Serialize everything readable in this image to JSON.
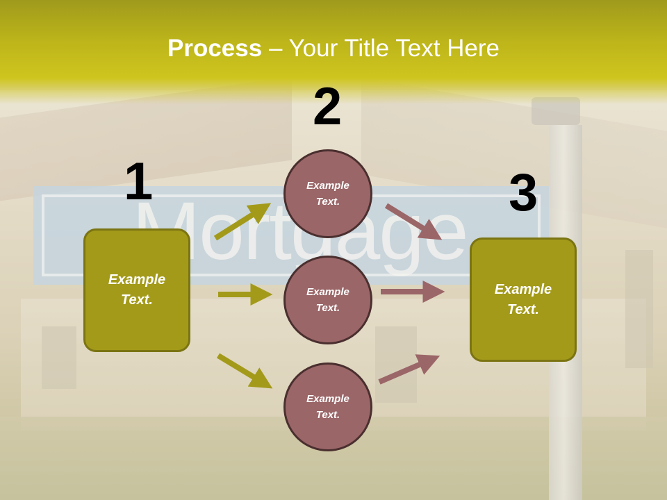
{
  "title": {
    "bold": "Process",
    "rest": " – Your Title Text Here"
  },
  "background_sign_text": "Mortgage",
  "colors": {
    "box_fill": "#a39a1a",
    "circle_fill": "#9b6668",
    "arrow_olive": "#a39a1a",
    "arrow_rose": "#9b6668",
    "header": "#c2ba1c"
  },
  "steps": {
    "one": {
      "number": "1",
      "text_line1": "Example",
      "text_line2": "Text."
    },
    "two": {
      "number": "2",
      "circles": [
        {
          "line1": "Example",
          "line2": "Text."
        },
        {
          "line1": "Example",
          "line2": "Text."
        },
        {
          "line1": "Example",
          "line2": "Text."
        }
      ]
    },
    "three": {
      "number": "3",
      "text_line1": "Example",
      "text_line2": "Text."
    }
  }
}
